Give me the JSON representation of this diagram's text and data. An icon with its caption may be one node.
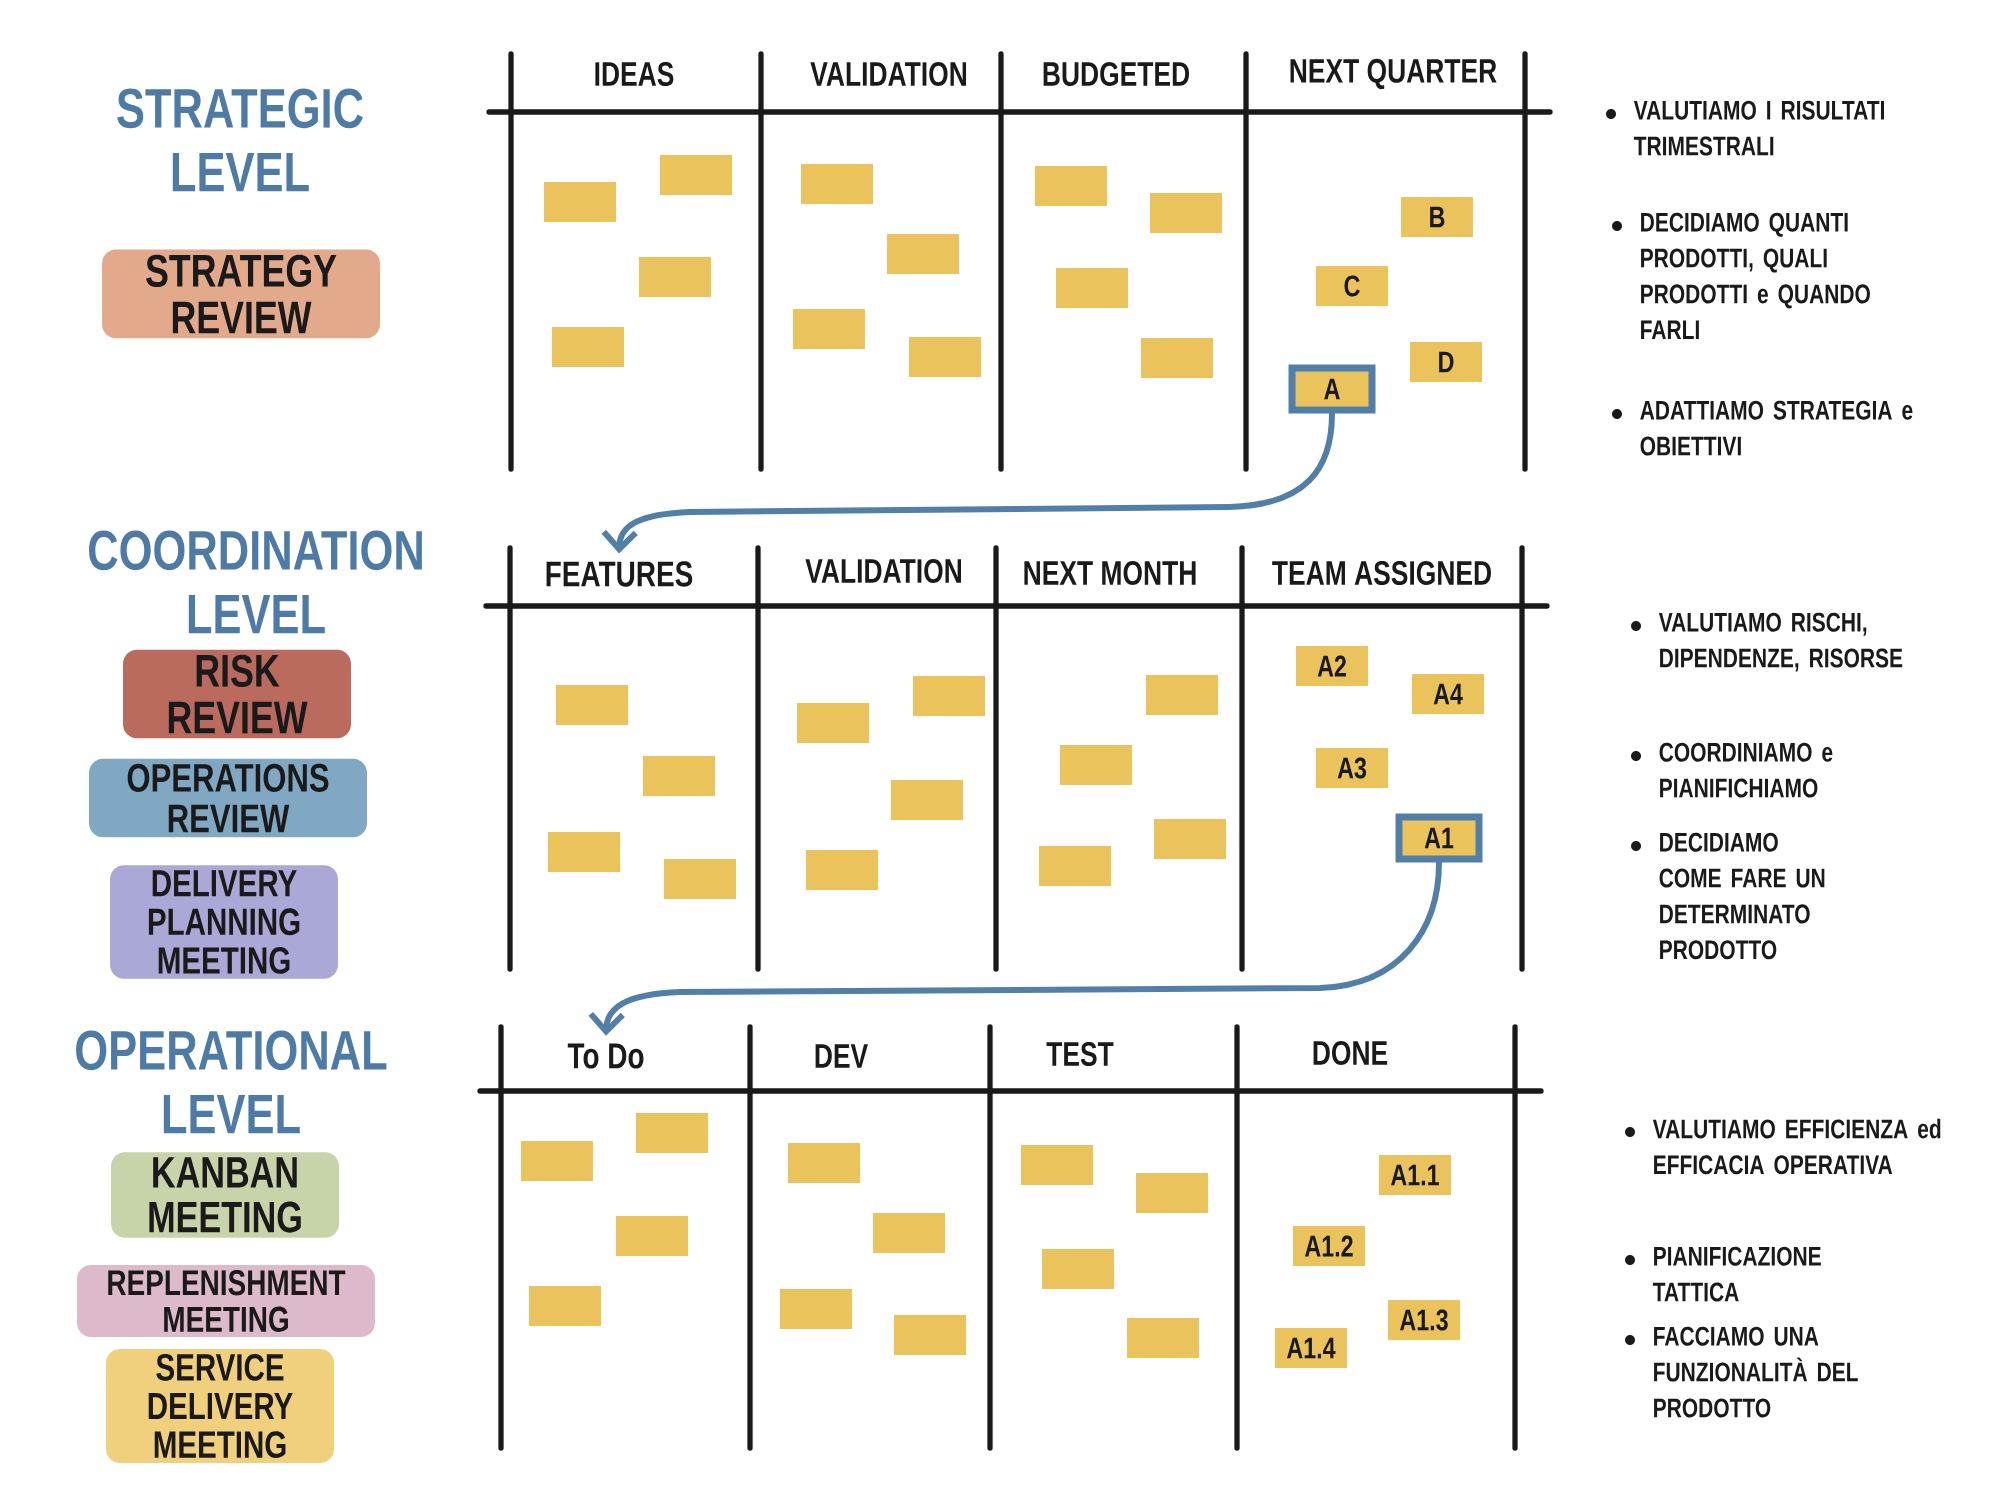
{
  "diagram": {
    "nodes": [
      {
        "text": [
          "STRATEGY REVIEW"
        ]
      },
      {
        "text": [],
        "shape": "box"
      },
      {
        "text": [],
        "shape": "box"
      },
      {
        "text": [],
        "shape": "box"
      },
      {
        "text": [],
        "shape": "box"
      },
      {
        "text": [],
        "shape": "box"
      },
      {
        "text": [],
        "shape": "box"
      },
      {
        "text": [],
        "shape": "box"
      },
      {
        "text": [],
        "shape": "box"
      },
      {
        "text": [],
        "shape": "box"
      },
      {
        "text": [],
        "shape": "box"
      },
      {
        "text": [],
        "shape": "box"
      },
      {
        "text": [],
        "shape": "box"
      },
      {
        "text": [
          "B"
        ]
      },
      {
        "text": [
          "C"
        ]
      },
      {
        "text": [
          "D"
        ]
      },
      {
        "text": [
          "A"
        ]
      },
      {
        "text": [
          "RISK REVIEW"
        ]
      },
      {
        "text": [
          "OPERATIONS REVIEW"
        ]
      },
      {
        "text": [
          "DELIVERY PLANNING MEETING"
        ]
      },
      {
        "text": [
          "FEATURES"
        ]
      },
      {
        "text": [],
        "shape": "box"
      },
      {
        "text": [],
        "shape": "box"
      },
      {
        "text": [],
        "shape": "box"
      },
      {
        "text": [],
        "shape": "box"
      },
      {
        "text": [],
        "shape": "box"
      },
      {
        "text": [],
        "shape": "box"
      },
      {
        "text": [],
        "shape": "box"
      },
      {
        "text": [],
        "shape": "box"
      },
      {
        "text": [],
        "shape": "box"
      },
      {
        "text": [],
        "shape": "box"
      },
      {
        "text": [],
        "shape": "box"
      },
      {
        "text": [],
        "shape": "box"
      },
      {
        "text": [
          "A2"
        ]
      },
      {
        "text": [
          "A4"
        ]
      },
      {
        "text": [
          "A3"
        ]
      },
      {
        "text": [
          "A1"
        ]
      },
      {
        "text": [
          "KANBAN MEETING"
        ]
      },
      {
        "text": [
          "REPLENISHMENT MEETING"
        ]
      },
      {
        "text": [
          "SERVICE DELIVERY MEETING"
        ]
      },
      {
        "text": [
          "To Do"
        ]
      },
      {
        "text": [],
        "shape": "box"
      },
      {
        "text": [],
        "shape": "box"
      },
      {
        "text": [],
        "shape": "box"
      },
      {
        "text": [],
        "shape": "box"
      },
      {
        "text": [],
        "shape": "box"
      },
      {
        "text": [],
        "shape": "box"
      },
      {
        "text": [],
        "shape": "box"
      },
      {
        "text": [],
        "shape": "box"
      },
      {
        "text": [],
        "shape": "box"
      },
      {
        "text": [],
        "shape": "box"
      },
      {
        "text": [],
        "shape": "box"
      },
      {
        "text": [],
        "shape": "box"
      },
      {
        "text": [
          "A1.1"
        ]
      },
      {
        "text": [
          "A1.2"
        ]
      },
      {
        "text": [
          "A1.3"
        ]
      },
      {
        "text": [
          "A1.4"
        ]
      }
    ],
    "edges": [
      {
        "from": 16,
        "to": 20,
        "arrow": "to"
      },
      {
        "from": 36,
        "to": 40,
        "arrow": "to"
      }
    ],
    "labels": [
      "STRATEGIC LEVEL",
      "IDEAS",
      "VALIDATION",
      "BUDGETED",
      "NEXT QUARTER",
      "VALUTIAMO I RISULTATI TRIMESTRALI",
      "DECIDIAMO QUANTI PRODOTTI, QUALI PRODOTTI e QUANDO FARLI",
      "ADATTIAMO STRATEGIA e OBIETTIVI",
      "COORDINATION LEVEL",
      "VALIDATION",
      "NEXT MONTH",
      "TEAM ASSIGNED",
      "VALUTIAMO RISCHI, DIPENDENZE, RISORSE",
      "COORDINIAMO e PIANIFICHIAMO",
      "DECIDIAMO COME FARE UN DETERMINATO PRODOTTO",
      "OPERATIONAL LEVEL",
      "DEV",
      "TEST",
      "DONE",
      "VALUTIAMO EFFICIENZA ed EFFICACIA OPERATIVA",
      "PIANIFICAZIONE TATTICA",
      "FACCIAMO UNA FUNZIONALITÀ DEL PRODOTTO"
    ]
  }
}
